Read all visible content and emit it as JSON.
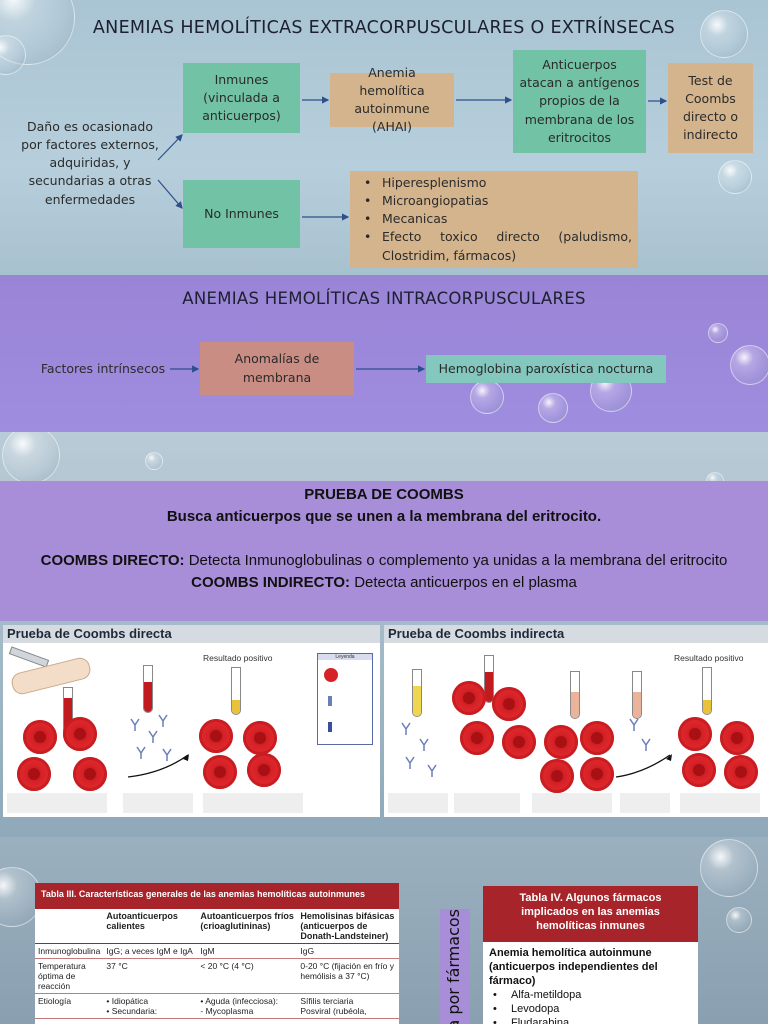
{
  "slide1": {
    "title": "ANEMIAS HEMOLÍTICAS EXTRACORPUSCULARES O EXTRÍNSECAS",
    "cause": "Daño es ocasionado por factores externos, adquiridas, y secundarias a otras enfermedades",
    "immune": "Inmunes (vinculada a anticuerpos)",
    "ahai": "Anemia hemolítica autoinmune (AHAI)",
    "antibodies": "Anticuerpos atacan a antígenos propios de la membrana de los eritrocitos",
    "coombs_test": "Test de Coombs directo o indirecto",
    "non_immune": "No Inmunes",
    "non_immune_causes": [
      "Hiperesplenismo",
      "Microangiopatias",
      "Mecanicas",
      "Efecto toxico directo (paludismo, Clostridim, fármacos)"
    ]
  },
  "slide2": {
    "title": "ANEMIAS HEMOLÍTICAS INTRACORPUSCULARES",
    "intrinsic": "Factores intrínsecos",
    "membrane": "Anomalías de membrana",
    "pnh": "Hemoglobina paroxística nocturna"
  },
  "slide3": {
    "heading": "PRUEBA DE COOMBS",
    "subheading": "Busca anticuerpos que se unen a la membrana del eritrocito.",
    "direct_label": "COOMBS DIRECTO:",
    "direct_text": "Detecta Inmunoglobulinas o complemento ya unidas a la membrana del eritrocito",
    "indirect_label": "COOMBS INDIRECTO:",
    "indirect_text": "Detecta anticuerpos en el plasma",
    "panel_direct_title": "Prueba de Coombs directa",
    "panel_indirect_title": "Prueba de Coombs indirecta",
    "positive_result": "Resultado positivo",
    "legend_title": "Leyenda"
  },
  "slide4": {
    "table3": {
      "title": "Tabla III. Características generales de las anemias hemolíticas autoinmunes",
      "headers": [
        "",
        "Autoanticuerpos calientes",
        "Autoanticuerpos fríos (crioaglutininas)",
        "Hemolisinas bifásicas (anticuerpos de Donath-Landsteiner)"
      ],
      "rows": [
        [
          "Inmunoglobulina",
          "IgG; a veces IgM e IgA",
          "IgM",
          "IgG"
        ],
        [
          "Temperatura óptima de reacción",
          "37 °C",
          "< 20 °C (4 °C)",
          "0-20 °C (fijación en frío y hemólisis a 37 °C)"
        ],
        [
          "Etiología",
          "• Idiopática\n• Secundaria:",
          "• Aguda (infecciosa):\n- Mycoplasma",
          "Sífilis terciaria\nPosviral (rubéola,"
        ]
      ]
    },
    "vertical_label": "a por fármacos",
    "table4": {
      "title": "Tabla IV. Algunos fármacos implicados en las anemias hemolíticas inmunes",
      "section": "Anemia hemolítica autoinmune (anticuerpos independientes del fármaco)",
      "drugs": [
        "Alfa-metildopa",
        "Levodopa",
        "Fludarabina"
      ]
    }
  }
}
